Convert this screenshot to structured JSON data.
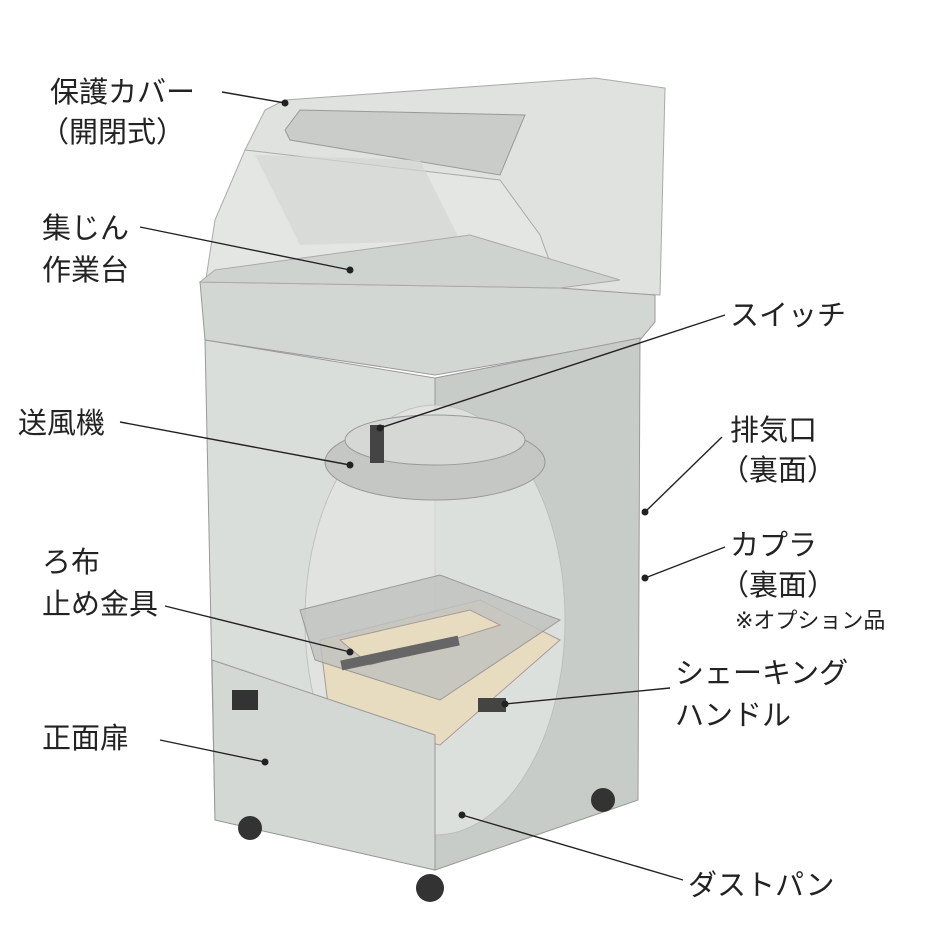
{
  "labels": {
    "cover": [
      "保護カバー",
      "（開閉式）"
    ],
    "table": [
      "集じん",
      "作業台"
    ],
    "switch": [
      "スイッチ"
    ],
    "blower": [
      "送風機"
    ],
    "exhaust": [
      "排気口",
      "（裏面）"
    ],
    "coupler": [
      "カプラ",
      "（裏面）",
      "※オプション品"
    ],
    "filter_clamp": [
      "ろ布",
      "止め金具"
    ],
    "shaking_handle": [
      "シェーキング",
      "ハンドル"
    ],
    "front_door": [
      "正面扉"
    ],
    "dust_pan": [
      "ダストパン"
    ]
  },
  "colors": {
    "body": "#d8dcd8",
    "side": "#c4c8c4",
    "filter": "#e8dcc0"
  }
}
